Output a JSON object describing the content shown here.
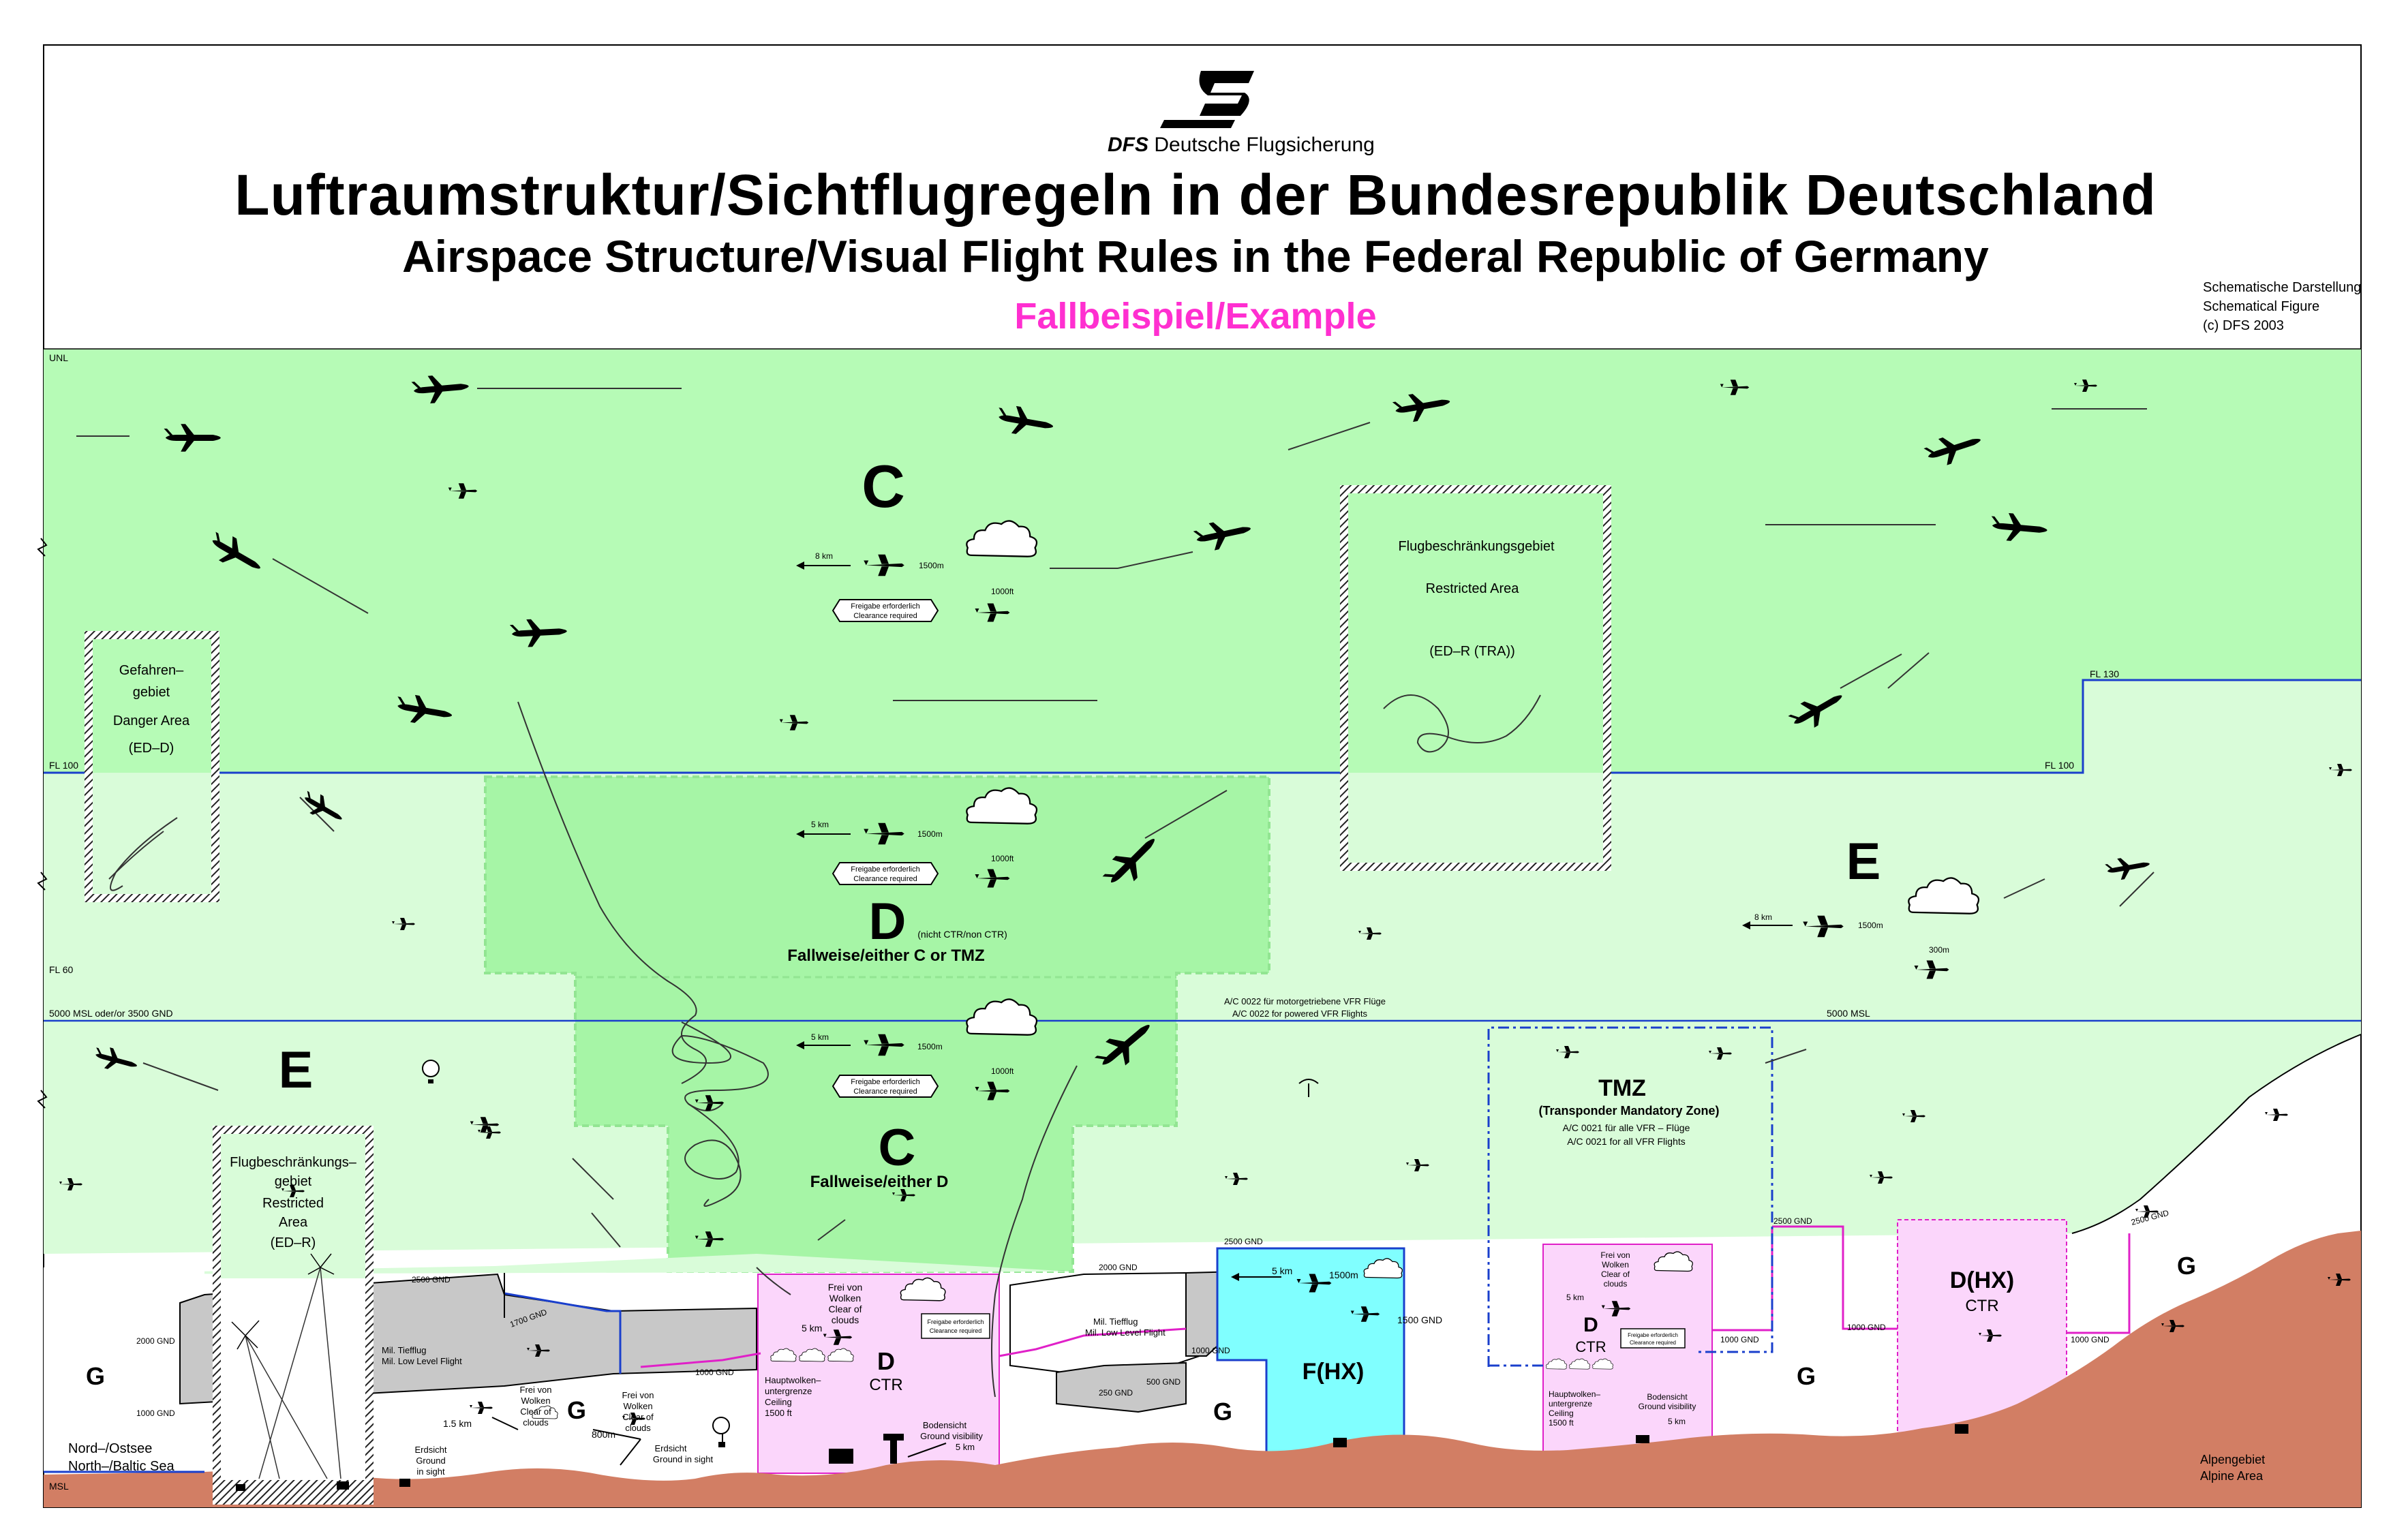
{
  "header": {
    "org_abbr": "DFS",
    "org_name": "Deutsche Flugsicherung",
    "title_de": "Luftraumstruktur/Sichtflugregeln  in  der  Bundesrepublik  Deutschland",
    "title_en": "Airspace  Structure/Visual Flight Rules  in  the  Federal Republic  of Germany",
    "subtitle": "Fallbeispiel/Example",
    "note_line1": "Schematische Darstellung",
    "note_line2": "Schematical Figure",
    "note_line3": "(c)  DFS  2003"
  },
  "colors": {
    "class_c": "#b6fbb6",
    "class_e": "#d9fcd9",
    "class_d_tma": "#a6f5a6",
    "ctr_pink": "#fbd6fb",
    "fhx_cyan": "#80ffff",
    "terrain": "#d27e64",
    "boundary_blue": "#1a3fcc",
    "boundary_magenta": "#e020c8",
    "title_magenta": "#ff2fd0",
    "low_level_grey": "#c8c8c8"
  },
  "levels": {
    "unl": "UNL",
    "fl130": "FL 130",
    "fl100_left": "FL 100",
    "fl100_right": "FL 100",
    "fl60": "FL 60",
    "msl5000_left": "5000 MSL oder/or 3500 GND",
    "msl5000_right": "5000 MSL",
    "msl": "MSL"
  },
  "airspaces": {
    "c_upper": "C",
    "e_right": "E",
    "e_left": "E",
    "d_letter": "D",
    "d_note": "(nicht CTR/non CTR)",
    "d_either": "Fallweise/either C  or TMZ",
    "c_lower": "C",
    "c_either": "Fallweise/either D",
    "g_left": "G",
    "g_mid1": "G",
    "g_mid2": "G",
    "g_mid3": "G",
    "g_right": "G",
    "fhx": "F(HX)"
  },
  "areas": {
    "danger_de1": "Gefahren–",
    "danger_de2": "gebiet",
    "danger_en": "Danger Area",
    "danger_code": "(ED–D)",
    "ra_top_de": "Flugbeschränkungsgebiet",
    "ra_top_en": "Restricted  Area",
    "ra_top_code": "(ED–R  (TRA))",
    "ra_left_de1": "Flugbeschränkungs–",
    "ra_left_de2": "gebiet",
    "ra_left_en1": "Restricted",
    "ra_left_en2": "Area",
    "ra_left_code": "(ED–R)"
  },
  "tmz": {
    "title": "TMZ",
    "subtitle": "(Transponder Mandatory Zone)",
    "line1": "A/C  0021 für alle VFR – Flüge",
    "line2": "A/C  0021 for all VFR Flights"
  },
  "transponder": {
    "line1": "A/C  0022  für motorgetriebene VFR Flüge",
    "line2": "A/C  0022  for powered VFR Flights"
  },
  "vmc": {
    "c_vis": "8 km",
    "c_horiz": "1500m",
    "c_vert": "1000ft",
    "clearance_de": "Freigabe erforderlich",
    "clearance_en": "Clearance required",
    "d_vis": "5 km",
    "d_horiz": "1500m",
    "d_vert": "1000ft",
    "c2_vis": "5 km",
    "c2_horiz": "1500m",
    "c2_vert": "1000ft",
    "e_vis": "8 km",
    "e_horiz": "1500m",
    "e_vert": "300m",
    "fhx_vis": "5 km",
    "fhx_horiz": "1500m",
    "fhx_vert": "1500 GND",
    "g_vis1": "1.5 km",
    "g_vis2": "800m",
    "g_clear1": "Frei von",
    "g_clear2": "Wolken",
    "g_clear3": "Clear of",
    "g_clear4": "clouds",
    "g_ground1": "Erdsicht",
    "g_ground2": "Ground",
    "g_ground3": "in sight",
    "g2_ground2": "Ground in sight"
  },
  "ctr": {
    "d_letter": "D",
    "d_label": "CTR",
    "free1": "Frei von",
    "free2": "Wolken",
    "free3": "Clear of",
    "free4": "clouds",
    "vis": "5 km",
    "clr_de": "Freigabe erforderlich",
    "clr_en": "Clearance required",
    "ceil1": "Hauptwolken–",
    "ceil2": "untergrenze",
    "ceil3": "Ceiling",
    "ceil4": "1500 ft",
    "bs1": "Bodensicht",
    "bs2": "Ground visibility",
    "bs3": "5 km",
    "dhx_letter": "D(HX)",
    "dhx_label": "CTR"
  },
  "low_level": {
    "de1": "Mil. Tiefflug",
    "en1": "Mil. Low  Level Flight",
    "de2": "Mil. Tiefflug",
    "en2": "Mil. Low  Level Flight"
  },
  "heights": {
    "h2500a": "2500 GND",
    "h1700": "1700 GND",
    "h2000a": "2000 GND",
    "h1000a": "1000 GND",
    "h1000b": "1000 GND",
    "h2000b": "2000 GND",
    "h1000c": "1000 GND",
    "h500": "500 GND",
    "h250": "250 GND",
    "h2500b": "2500 GND",
    "h1000d": "1000 GND",
    "h2500c": "2500 GND",
    "h1000e": "1000 GND",
    "h1000f": "1000 GND",
    "h2500d": "2500 GND"
  },
  "places": {
    "sea1": "Nord–/Ostsee",
    "sea2": "North–/Baltic Sea",
    "alps1": "Alpengebiet",
    "alps2": "Alpine  Area"
  }
}
